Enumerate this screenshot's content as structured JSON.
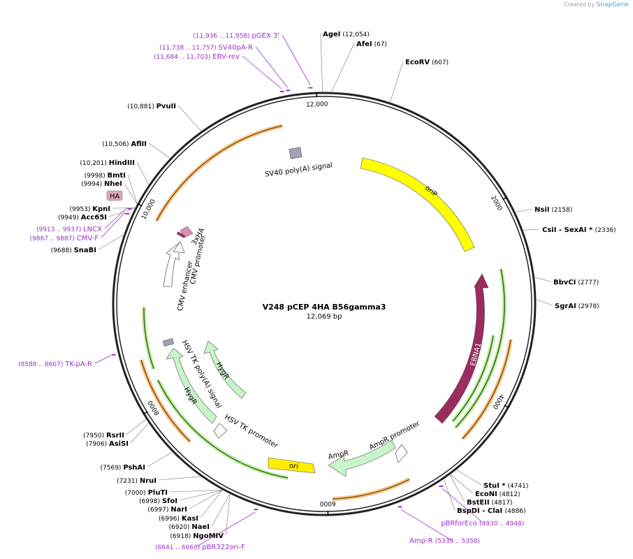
{
  "watermark": {
    "created_by": "Created by",
    "brand": "SnapGene"
  },
  "plasmid": {
    "name": "V248 pCEP 4HA B56gamma3",
    "size_label": "12,069 bp",
    "length": 12069
  },
  "ticks": [
    {
      "pos": 2000,
      "label": "2000"
    },
    {
      "pos": 4000,
      "label": "4000"
    },
    {
      "pos": 6000,
      "label": "6000"
    },
    {
      "pos": 8000,
      "label": "8000"
    },
    {
      "pos": 10000,
      "label": "10,000"
    },
    {
      "pos": 12000,
      "label": "12,000"
    }
  ],
  "sites": [
    {
      "name": "AgeI",
      "pos_label": "(12,054)",
      "pos": 12054
    },
    {
      "name": "AfeI",
      "pos_label": "(67)",
      "pos": 67
    },
    {
      "name": "EcoRV",
      "pos_label": "(607)",
      "pos": 607
    },
    {
      "name": "NsiI",
      "pos_label": "(2158)",
      "pos": 2158
    },
    {
      "name": "CsiI",
      "extra": "- SexAI *",
      "pos_label": "(2336)",
      "pos": 2336
    },
    {
      "name": "BbvCI",
      "pos_label": "(2777)",
      "pos": 2777
    },
    {
      "name": "SgrAI",
      "pos_label": "(2978)",
      "pos": 2978
    },
    {
      "name": "StuI *",
      "pos_label": "(4741)",
      "pos": 4741
    },
    {
      "name": "EcoNI",
      "pos_label": "(4812)",
      "pos": 4812
    },
    {
      "name": "BstEII",
      "pos_label": "(4817)",
      "pos": 4817
    },
    {
      "name": "BspDI",
      "extra": "- ClaI",
      "pos_label": "(4886)",
      "pos": 4886
    },
    {
      "name": "NgoMIV",
      "pos_label": "(6918)",
      "pos": 6918
    },
    {
      "name": "NaeI",
      "pos_label": "(6920)",
      "pos": 6920
    },
    {
      "name": "KasI",
      "pos_label": "(6996)",
      "pos": 6996
    },
    {
      "name": "NarI",
      "pos_label": "(6997)",
      "pos": 6997
    },
    {
      "name": "SfoI",
      "pos_label": "(6998)",
      "pos": 6998
    },
    {
      "name": "PluTI",
      "pos_label": "(7000)",
      "pos": 7000
    },
    {
      "name": "NruI",
      "pos_label": "(7231)",
      "pos": 7231
    },
    {
      "name": "PshAI",
      "pos_label": "(7569)",
      "pos": 7569
    },
    {
      "name": "AsiSI",
      "pos_label": "(7906)",
      "pos": 7906
    },
    {
      "name": "RsrII",
      "pos_label": "(7950)",
      "pos": 7950
    },
    {
      "name": "SnaBI",
      "pos_label": "(9688)",
      "pos": 9688
    },
    {
      "name": "Acc65I",
      "pos_label": "(9949)",
      "pos": 9949
    },
    {
      "name": "KpnI",
      "pos_label": "(9953)",
      "pos": 9953
    },
    {
      "name": "NheI",
      "pos_label": "(9994)",
      "pos": 9994
    },
    {
      "name": "BmtI",
      "pos_label": "(9998)",
      "pos": 9998
    },
    {
      "name": "HindIII",
      "pos_label": "(10,201)",
      "pos": 10201
    },
    {
      "name": "AflII",
      "pos_label": "(10,506)",
      "pos": 10506
    },
    {
      "name": "PvuII",
      "pos_label": "(10,881)",
      "pos": 10881
    }
  ],
  "primers": [
    {
      "name": "pGEX 3'",
      "range_label": "(11,936 .. 11,958)",
      "pos": 11947
    },
    {
      "name": "SV40pA-R",
      "range_label": "(11,738 .. 11,757)",
      "pos": 11747
    },
    {
      "name": "EBV-rev",
      "range_label": "(11,684 .. 11,703)",
      "pos": 11693
    },
    {
      "name": "LNCX",
      "range_label": "(9913 .. 9937)",
      "pos": 9925
    },
    {
      "name": "CMV-F",
      "range_label": "(9867 .. 9887)",
      "pos": 9877
    },
    {
      "name": "TK-pA-R",
      "range_label": "(8588 .. 8607)",
      "pos": 8597
    },
    {
      "name": "pBR322ori-F",
      "range_label": "(6641 .. 6660)",
      "pos": 6650
    },
    {
      "name": "Amp-R",
      "range_label": "(5339 .. 5358)",
      "pos": 5348
    },
    {
      "name": "pBRforEco",
      "range_label": "(4930 .. 4948)",
      "pos": 4939
    }
  ],
  "features": [
    {
      "name": "oriP",
      "color": "#ffff00"
    },
    {
      "name": "EBNA1",
      "color": "#9b2c5e"
    },
    {
      "name": "AmpR promoter",
      "color": "#ffffff"
    },
    {
      "name": "AmpR",
      "color": "#c8f5c8"
    },
    {
      "name": "ori",
      "color": "#ffee00"
    },
    {
      "name": "HSV TK promoter",
      "color": "#ffffff"
    },
    {
      "name": "HygR",
      "color": "#c8f5c8"
    },
    {
      "name": "HSV TK poly(A) signal",
      "color": "#a0a4b0"
    },
    {
      "name": "CMV enhancer",
      "color": "#ffffff"
    },
    {
      "name": "CMV promoter",
      "color": "#ffffff"
    },
    {
      "name": "3xHA",
      "color": "#d990b0"
    },
    {
      "name": "HA",
      "color": "#d9a6b8"
    },
    {
      "name": "SV40 poly(A) signal",
      "color": "#a0a4b0"
    }
  ]
}
